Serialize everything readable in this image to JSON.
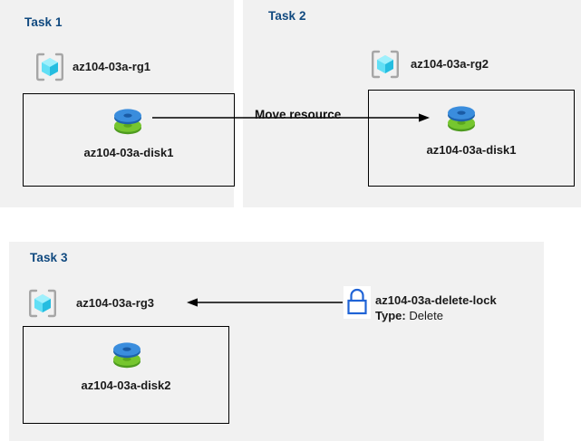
{
  "diagram": {
    "title_color": "#10497f",
    "panel_background": "#f1f1f1",
    "page_background": "#ffffff",
    "disk_top_color": "#2f7fd4",
    "disk_bottom_color": "#6cb82e",
    "rg_cube_color": "#58d9f0",
    "rg_bracket_color": "#a6a6a6",
    "lock_color": "#1f63d6",
    "arrow_color": "#000000"
  },
  "tasks": [
    {
      "title": "Task 1",
      "resource_group": "az104-03a-rg1",
      "resource": "az104-03a-disk1"
    },
    {
      "title": "Task 2",
      "resource_group": "az104-03a-rg2",
      "resource": "az104-03a-disk1"
    },
    {
      "title": "Task 3",
      "resource_group": "az104-03a-rg3",
      "resource": "az104-03a-disk2"
    }
  ],
  "move_arrow": {
    "label": "Move resource"
  },
  "lock": {
    "name": "az104-03a-delete-lock",
    "type_label": "Type:",
    "type_value": "Delete"
  },
  "icons": {
    "resource_group": "resource-group-cube-icon",
    "disk": "managed-disk-icon",
    "lock": "padlock-icon"
  }
}
